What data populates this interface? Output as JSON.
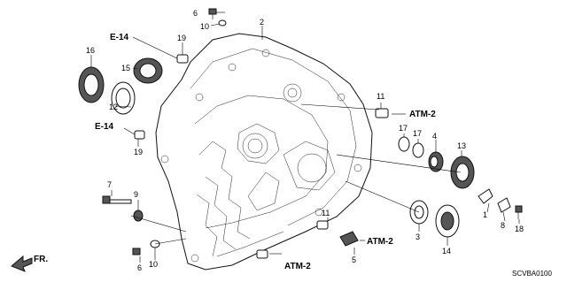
{
  "diagram": {
    "part_labels": [
      {
        "id": "l1",
        "text": "1"
      },
      {
        "id": "l2",
        "text": "2"
      },
      {
        "id": "l3",
        "text": "3"
      },
      {
        "id": "l4",
        "text": "4"
      },
      {
        "id": "l5",
        "text": "5"
      },
      {
        "id": "l6a",
        "text": "6"
      },
      {
        "id": "l6b",
        "text": "6"
      },
      {
        "id": "l7",
        "text": "7"
      },
      {
        "id": "l8",
        "text": "8"
      },
      {
        "id": "l9",
        "text": "9"
      },
      {
        "id": "l10a",
        "text": "10"
      },
      {
        "id": "l10b",
        "text": "10"
      },
      {
        "id": "l11",
        "text": "11"
      },
      {
        "id": "l11b",
        "text": "11"
      },
      {
        "id": "l12",
        "text": "12"
      },
      {
        "id": "l13",
        "text": "13"
      },
      {
        "id": "l14",
        "text": "14"
      },
      {
        "id": "l15",
        "text": "15"
      },
      {
        "id": "l16",
        "text": "16"
      },
      {
        "id": "l17a",
        "text": "17"
      },
      {
        "id": "l17b",
        "text": "17"
      },
      {
        "id": "l18",
        "text": "18"
      },
      {
        "id": "l19a",
        "text": "19"
      },
      {
        "id": "l19b",
        "text": "19"
      }
    ],
    "references": [
      {
        "id": "e14a",
        "text": "E-14"
      },
      {
        "id": "e14b",
        "text": "E-14"
      },
      {
        "id": "atm2a",
        "text": "ATM-2"
      },
      {
        "id": "atm2b",
        "text": "ATM-2"
      },
      {
        "id": "atm2c",
        "text": "ATM-2"
      }
    ],
    "front_indicator": "FR.",
    "diagram_code": "SCVBA0100"
  }
}
